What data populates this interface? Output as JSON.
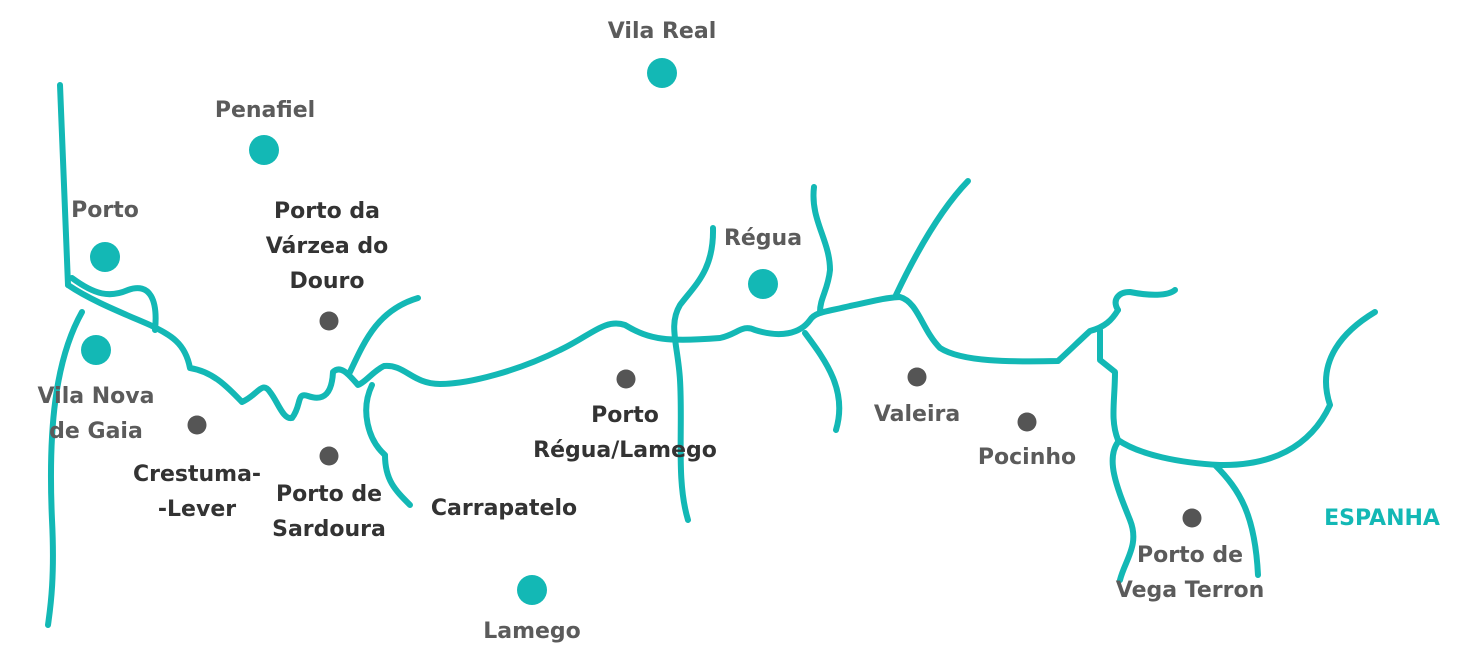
{
  "map": {
    "colors": {
      "river": "#13b8b5",
      "city_dot": "#13b8b5",
      "port_dot": "#555555",
      "city_text": "#5b5b5b",
      "port_text": "#333333",
      "country_text": "#13b8b5"
    },
    "cities": {
      "vila_real": "Vila Real",
      "penafiel": "Penafiel",
      "porto": "Porto",
      "vila_nova_de_gaia_line1": "Vila Nova",
      "vila_nova_de_gaia_line2": "de Gaia",
      "regua": "Régua",
      "lamego": "Lamego"
    },
    "ports": {
      "varzea_line1": "Porto da",
      "varzea_line2": "Várzea do",
      "varzea_line3": "Douro",
      "crestuma_line1": "Crestuma-",
      "crestuma_line2": "-Lever",
      "sardoura_line1": "Porto de",
      "sardoura_line2": "Sardoura",
      "carrapatelo": "Carrapatelo",
      "regua_lamego_line1": "Porto",
      "regua_lamego_line2": "Régua/Lamego",
      "valeira": "Valeira",
      "pocinho": "Pocinho",
      "vega_terron_line1": "Porto de",
      "vega_terron_line2": "Vega Terron"
    },
    "country": "ESPANHA"
  }
}
